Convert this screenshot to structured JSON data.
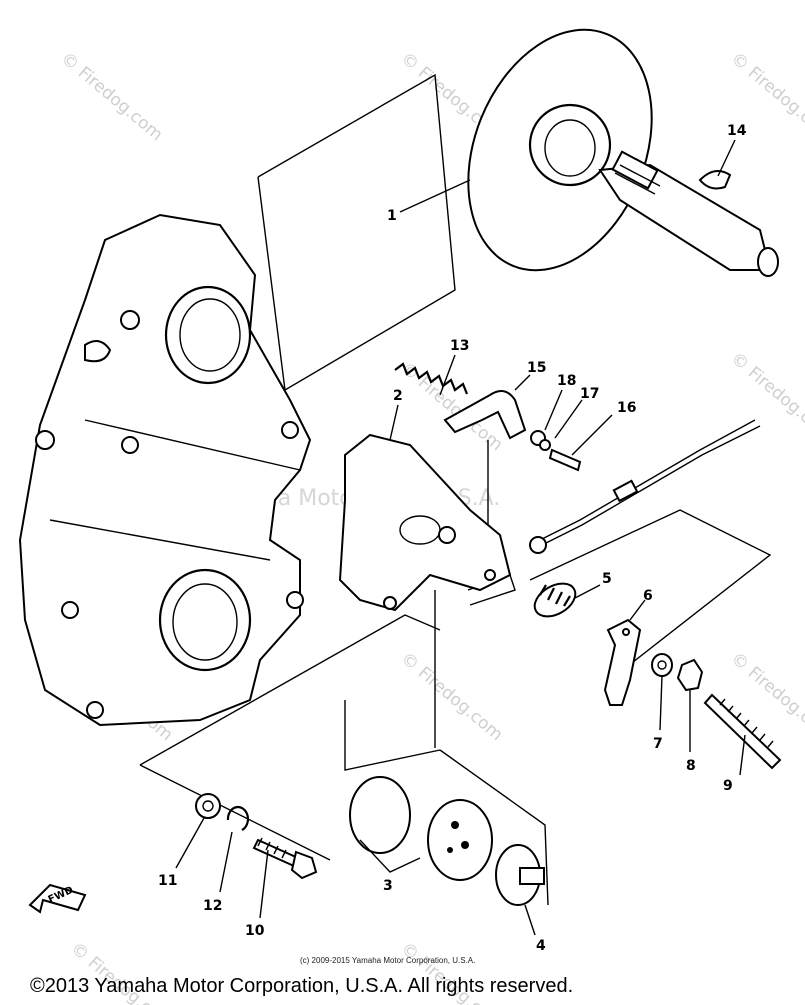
{
  "diagram": {
    "callouts": {
      "p1": "1",
      "p2": "2",
      "p3": "3",
      "p4": "4",
      "p5": "5",
      "p6": "6",
      "p7": "7",
      "p8": "8",
      "p9": "9",
      "p10": "10",
      "p11": "11",
      "p12": "12",
      "p13": "13",
      "p14": "14",
      "p15": "15",
      "p16": "16",
      "p17": "17",
      "p18": "18"
    },
    "fwd_label": "FWD",
    "watermarks": {
      "site": "© Firedog.com",
      "center": "Yamaha Motor Corp, U.S.A."
    },
    "small_copyright": "(c) 2009-2015 Yamaha Motor Corporation, U.S.A.",
    "footer_copyright": "©2013 Yamaha Motor Corporation, U.S.A. All rights reserved."
  }
}
